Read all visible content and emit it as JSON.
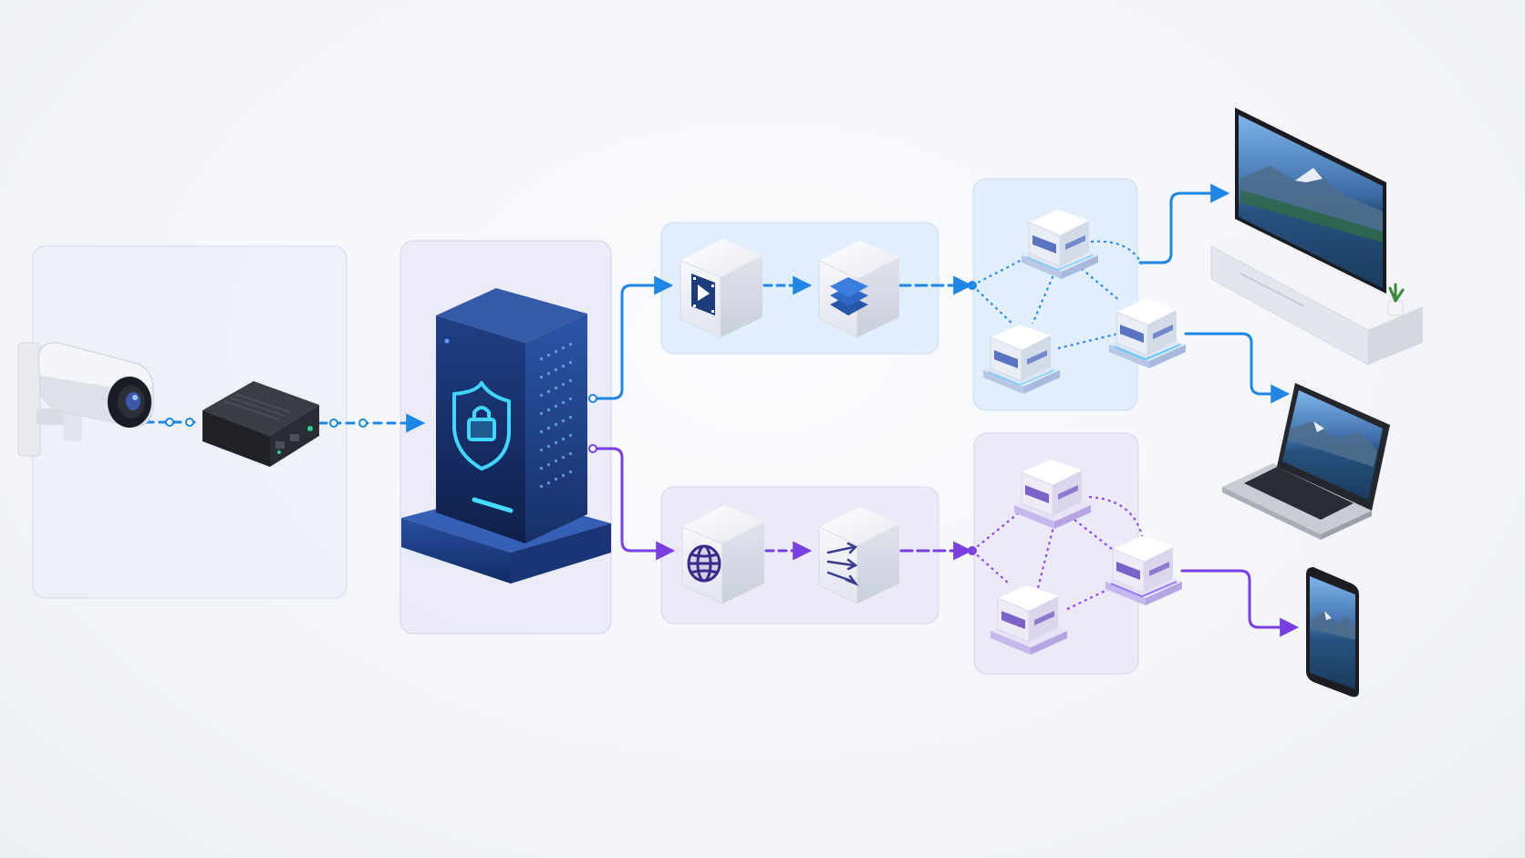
{
  "colors": {
    "background": "#f3f5f9",
    "blue_flow": "#1f86e6",
    "purple_flow": "#7a3fe0",
    "server_body": "#1d3a78",
    "server_glow": "#36c8ff",
    "panel_blue": "#e3f1fc",
    "panel_purple": "#ece8f8",
    "panel_neutral": "#eef1f8"
  },
  "nodes": {
    "camera": {
      "icon": "security-camera-icon"
    },
    "encoder": {
      "icon": "encoder-box-icon"
    },
    "secure_server": {
      "icon": "shield-lock-icon"
    },
    "video_module": {
      "icon": "video-play-icon"
    },
    "layers_module": {
      "icon": "layers-icon"
    },
    "globe_module": {
      "icon": "globe-icon"
    },
    "routing_module": {
      "icon": "routing-arrows-icon"
    },
    "edge_nodes_blue": {
      "icon": "edge-node-icon",
      "count": 3
    },
    "edge_nodes_purple": {
      "icon": "edge-node-icon",
      "count": 3
    },
    "tv": {
      "icon": "tv-icon"
    },
    "laptop": {
      "icon": "laptop-icon"
    },
    "phone": {
      "icon": "smartphone-icon"
    }
  },
  "flows": [
    {
      "from": "camera",
      "to": "encoder",
      "style": "dashed",
      "color": "blue"
    },
    {
      "from": "encoder",
      "to": "secure_server",
      "style": "dashed",
      "color": "blue"
    },
    {
      "from": "secure_server",
      "to": "video_module",
      "style": "solid",
      "color": "blue"
    },
    {
      "from": "video_module",
      "to": "layers_module",
      "style": "dashed",
      "color": "blue"
    },
    {
      "from": "layers_module",
      "to": "edge_nodes_blue",
      "style": "dashed",
      "color": "blue"
    },
    {
      "from": "edge_nodes_blue",
      "to": "tv",
      "style": "solid",
      "color": "blue"
    },
    {
      "from": "edge_nodes_blue",
      "to": "laptop",
      "style": "solid",
      "color": "blue"
    },
    {
      "from": "secure_server",
      "to": "globe_module",
      "style": "solid",
      "color": "purple"
    },
    {
      "from": "globe_module",
      "to": "routing_module",
      "style": "dashed",
      "color": "purple"
    },
    {
      "from": "routing_module",
      "to": "edge_nodes_purple",
      "style": "dashed",
      "color": "purple"
    },
    {
      "from": "edge_nodes_purple",
      "to": "phone",
      "style": "solid",
      "color": "purple"
    }
  ]
}
